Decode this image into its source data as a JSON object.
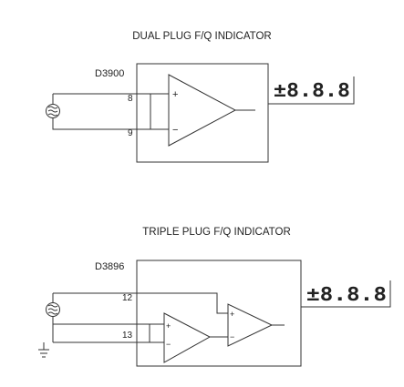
{
  "diagram1": {
    "title": "DUAL PLUG F/Q INDICATOR",
    "part": "D3900",
    "pin_a": "8",
    "pin_b": "9",
    "plus": "+",
    "minus": "−",
    "display": "±8.8.8"
  },
  "diagram2": {
    "title": "TRIPLE PLUG F/Q INDICATOR",
    "part": "D3896",
    "pin_a": "12",
    "pin_b": "13",
    "plus": "+",
    "minus": "−",
    "display": "±8.8.8"
  },
  "icons": [
    "sensor-icon",
    "ground-icon",
    "op-amp-icon",
    "seven-segment-display-icon"
  ]
}
